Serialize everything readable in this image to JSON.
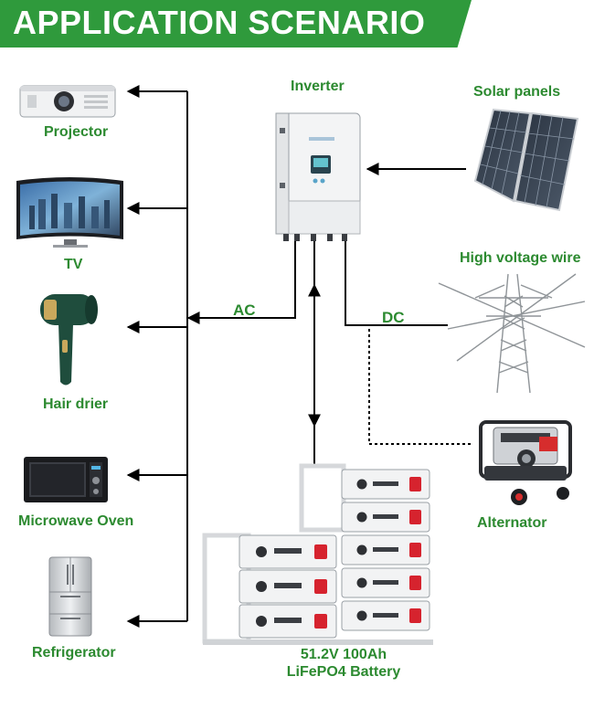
{
  "title": "APPLICATION SCENARIO",
  "devices": {
    "projector": "Projector",
    "tv": "TV",
    "hair_drier": "Hair drier",
    "microwave": "Microwave Oven",
    "refrigerator": "Refrigerator"
  },
  "inverter_label": "Inverter",
  "solar_label": "Solar panels",
  "wire_label": "High voltage wire",
  "alternator_label": "Alternator",
  "ac_label": "AC",
  "dc_label": "DC",
  "battery": {
    "line1": "51.2V 100Ah",
    "line2": "LiFePO4 Battery"
  },
  "colors": {
    "accent": "#2f9a3c",
    "label_green": "#2c8a30",
    "battery_red": "#d6232e"
  }
}
